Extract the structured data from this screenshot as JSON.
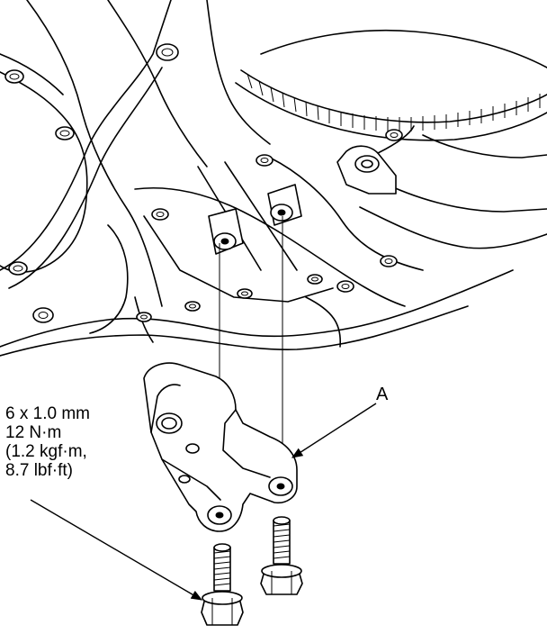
{
  "torque_spec": {
    "bolt_size": "6 x 1.0 mm",
    "torque_nm": "12 N·m",
    "torque_kgfm": "(1.2 kgf·m,",
    "torque_lbfft": "8.7 lbf·ft)"
  },
  "callouts": {
    "bracket": "A"
  },
  "icons": [
    "bracket-icon",
    "flange-bolt-icon",
    "arrow-icon"
  ]
}
